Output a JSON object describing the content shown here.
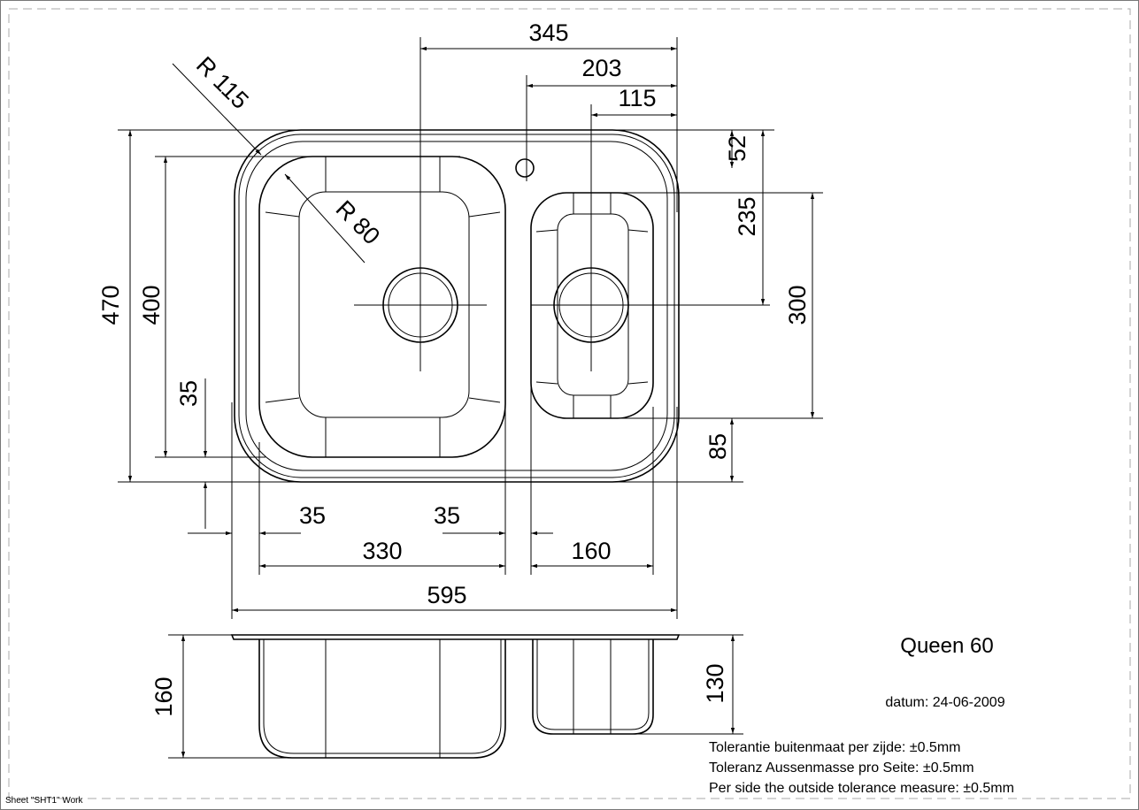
{
  "title": "Queen 60",
  "date_label": "datum: 24-06-2009",
  "tolerances": [
    "Tolerantie buitenmaat per zijde: ±0.5mm",
    "Toleranz Aussenmasse pro Seite: ±0.5mm",
    "Per side the outside tolerance measure: ±0.5mm"
  ],
  "sheet_label": "Sheet \"SHT1\" Work",
  "dimensions": {
    "d345": "345",
    "d203": "203",
    "d115": "115",
    "d52": "52",
    "d235": "235",
    "d300": "300",
    "d85": "85",
    "d470": "470",
    "d400": "400",
    "d35_left": "35",
    "d35_bottom_left": "35",
    "d35_bottom_right": "35",
    "d330": "330",
    "d160_top": "160",
    "d595": "595",
    "d160_side": "160",
    "d130_side": "130",
    "r115": "R 115",
    "r80": "R 80"
  }
}
